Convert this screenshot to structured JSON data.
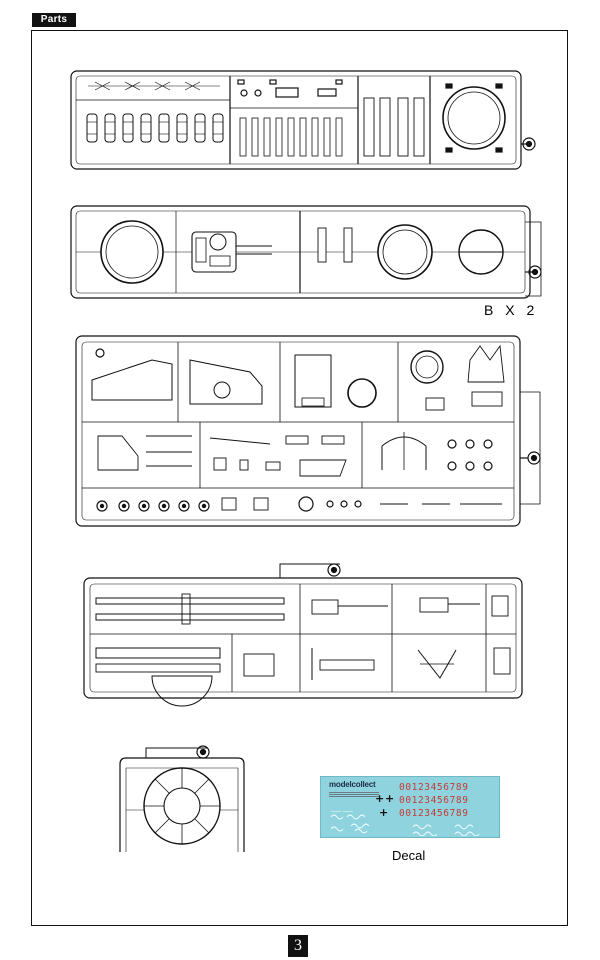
{
  "header": {
    "section_label": "Parts"
  },
  "sprue_b": {
    "quantity_label": "B X 2"
  },
  "decal": {
    "brand": "modelcollect",
    "caption": "Decal",
    "crosses": [
      "+",
      "+",
      "+"
    ],
    "number_rows": [
      "00123456789",
      "00123456789",
      "00123456789"
    ]
  },
  "footer": {
    "page_number": "3"
  }
}
